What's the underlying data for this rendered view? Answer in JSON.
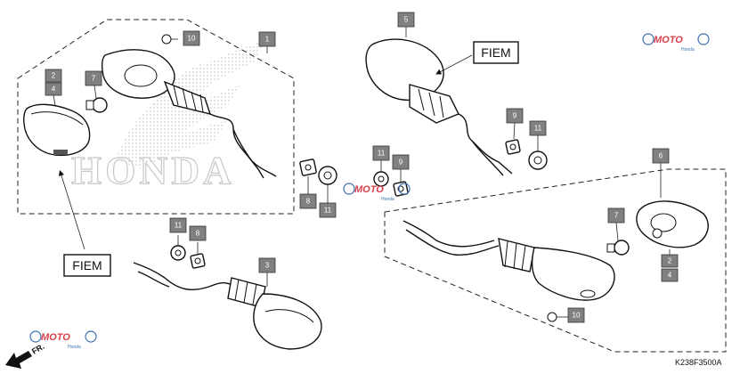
{
  "diagram": {
    "code": "K238F3500A",
    "direction_label": "FR.",
    "supplier_labels": [
      "FIEM",
      "FIEM"
    ],
    "background_logo_text": "HONDA",
    "watermark": {
      "text": "MOTO",
      "subtext": "Honda",
      "accent_color": "#d9404a",
      "secondary_color": "#3a6fb0"
    },
    "callout_color": "#808080",
    "callouts": {
      "c10_top": "10",
      "c1": "1",
      "c2_left": "2",
      "c4_left": "4",
      "c7_left": "7",
      "c5": "5",
      "c9_right": "9",
      "c11_right": "11",
      "c8_mid": "8",
      "c11_mid": "11",
      "c11_mid2": "11",
      "c9_mid": "9",
      "c6": "6",
      "c7_right": "7",
      "c2_right": "2",
      "c4_right": "4",
      "c10_bottom": "10",
      "c11_bottom": "11",
      "c8_bottom": "8",
      "c3": "3"
    }
  }
}
